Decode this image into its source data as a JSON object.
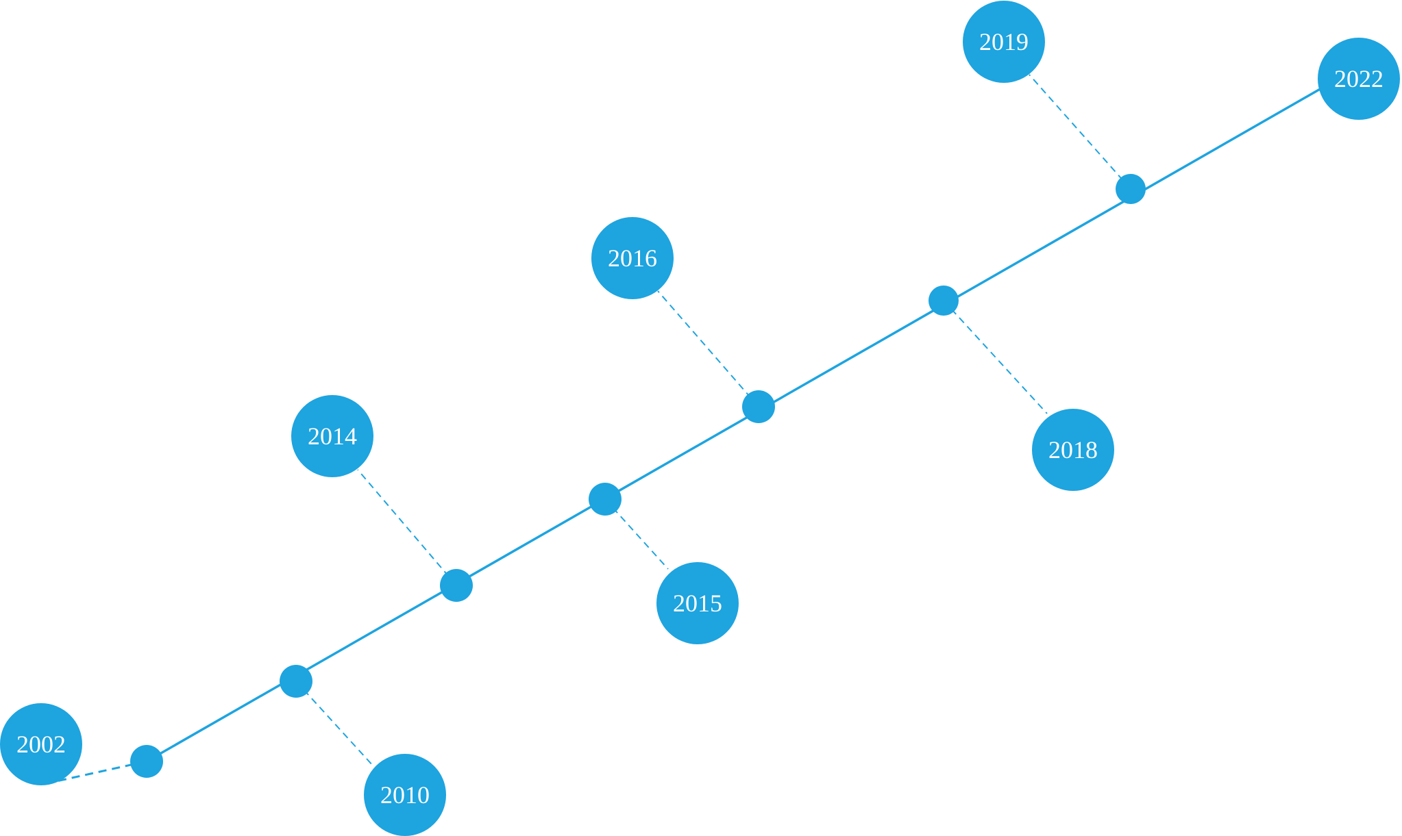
{
  "colors": {
    "accent": "#1ea4df",
    "label_text": "#ffffff",
    "background": "#ffffff"
  },
  "events": [
    {
      "year": "2002"
    },
    {
      "year": "2010"
    },
    {
      "year": "2014"
    },
    {
      "year": "2015"
    },
    {
      "year": "2016"
    },
    {
      "year": "2018"
    },
    {
      "year": "2019"
    },
    {
      "year": "2022"
    }
  ]
}
